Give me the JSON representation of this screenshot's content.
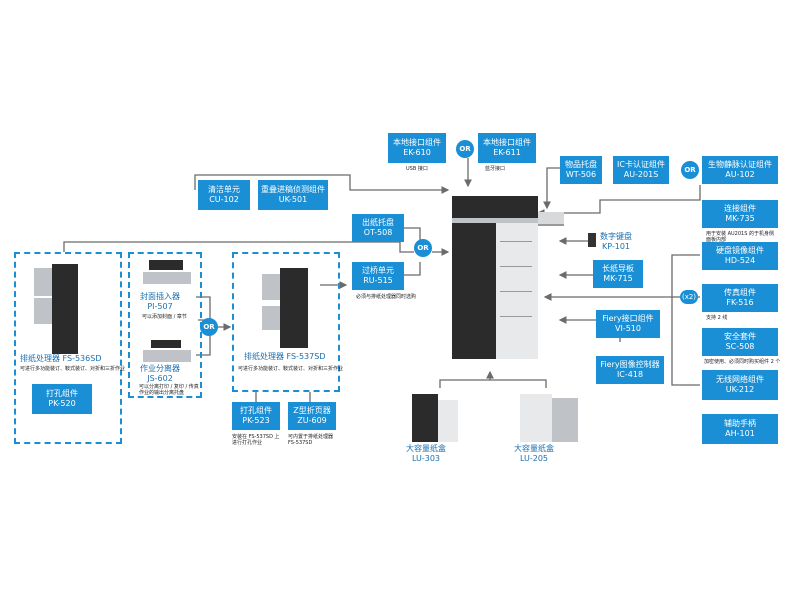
{
  "colors": {
    "accent": "#1a8fd6",
    "line": "#6b6b6b"
  },
  "top": {
    "ek610": {
      "name": "本地接口组件",
      "code": "EK-610",
      "note": "USB 接口"
    },
    "ek611": {
      "name": "本地接口组件",
      "code": "EK-611",
      "note": "蓝牙接口"
    },
    "cu102": {
      "name": "清洁单元",
      "code": "CU-102"
    },
    "uk501": {
      "name": "重叠进稿侦测组件",
      "code": "UK-501"
    },
    "wt506": {
      "name": "物品托盘",
      "code": "WT-506"
    },
    "au201s": {
      "name": "IC卡认证组件",
      "code": "AU-201S"
    },
    "au102": {
      "name": "生物静脉认证组件",
      "code": "AU-102"
    }
  },
  "left": {
    "ot508": {
      "name": "出纸托盘",
      "code": "OT-508"
    },
    "ru515": {
      "name": "过桥单元",
      "code": "RU-515",
      "note": "必须与排纸处理器同时选购"
    },
    "fs536": {
      "name": "排纸处理器 FS-536SD",
      "note": "可进行多功能装订、鞍式装订、对折和三折作业"
    },
    "pk520": {
      "name": "打孔组件",
      "code": "PK-520"
    },
    "pi507": {
      "name": "封面插入器",
      "code": "PI-507",
      "note": "可以添加封面 / 章节"
    },
    "js602": {
      "name": "作业分离器",
      "code": "JS-602",
      "note": "可以分离打印 / 复印 / 传真作业的输出分离托盘"
    },
    "fs537": {
      "name": "排纸处理器 FS-537SD",
      "note": "可进行多功能装订、鞍式装订、对折和三折作业"
    },
    "pk523": {
      "name": "打孔组件",
      "code": "PK-523",
      "note": "安装在 FS-537SD 上进行打孔作业"
    },
    "zu609": {
      "name": "Z型折页器",
      "code": "ZU-609",
      "note": "可内置于排纸处理器 FS-537SD"
    }
  },
  "right": {
    "kp101": {
      "name": "数字键盘",
      "code": "KP-101"
    },
    "mk715": {
      "name": "长纸导板",
      "code": "MK-715"
    },
    "vi510": {
      "name": "Fiery接口组件",
      "code": "VI-510"
    },
    "ic418": {
      "name": "Fiery图像控制器",
      "code": "IC-418"
    },
    "mk735": {
      "name": "连接组件",
      "code": "MK-735",
      "note": "用于安装 AU201S 的于机身侧面板内部"
    },
    "hd524": {
      "name": "硬盘镜像组件",
      "code": "HD-524"
    },
    "fk516": {
      "name": "传真组件",
      "code": "FK-516",
      "note": "支持 2 线"
    },
    "sc508": {
      "name": "安全套件",
      "code": "SC-508",
      "note": "加密使用、必须同时购买组件 2 个"
    },
    "uk212": {
      "name": "无线网络组件",
      "code": "UK-212"
    },
    "ah101": {
      "name": "辅助手柄",
      "code": "AH-101"
    }
  },
  "bottom": {
    "lu303": {
      "name": "大容量纸盒",
      "code": "LU-303"
    },
    "lu205": {
      "name": "大容量纸盒",
      "code": "LU-205"
    }
  },
  "badges": {
    "or": "OR",
    "x2": "(x2)"
  }
}
